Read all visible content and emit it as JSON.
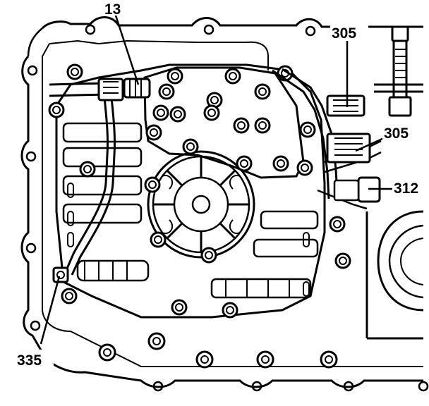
{
  "callouts": {
    "c13": "13",
    "c305_top": "305",
    "c305_mid": "305",
    "c312": "312",
    "c335": "335"
  },
  "colors": {
    "ink": "#000000",
    "background": "#ffffff"
  }
}
